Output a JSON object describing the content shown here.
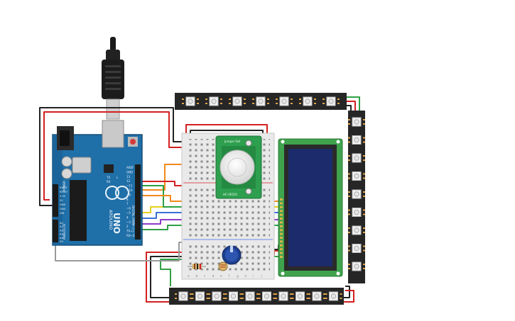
{
  "arduino": {
    "brand": "ARDUINO",
    "model": "UNO",
    "header_top_labels": [
      "AREF",
      "GND",
      "13",
      "12",
      "~11",
      "~10",
      "~9",
      "8",
      "7",
      "~6",
      "~5",
      "4",
      "~3",
      "2",
      "TX→1",
      "RX←0"
    ],
    "power_labels": [
      "IOREF",
      "RESET",
      "3.3V",
      "5V",
      "GND",
      "GND",
      "VIN"
    ],
    "analog_labels": [
      "A0",
      "A1",
      "A2",
      "A3",
      "A4",
      "A5"
    ],
    "section_power": "POWER",
    "section_analog": "ANALOG IN",
    "section_digital": "DIGITAL (PWM~)",
    "led_tx": "TX",
    "led_rx": "RX",
    "led_l": "L"
  },
  "pir_sensor": {
    "label_a": "Jumper Set",
    "label_b": "HC-SR501"
  },
  "breadboard": {
    "row_letters": [
      "a",
      "b",
      "c",
      "d",
      "e",
      "f",
      "g",
      "h",
      "i",
      "j"
    ]
  },
  "lcd": {
    "pin_count": 16
  },
  "led_strips": {
    "top_count": 7,
    "right_count": 9,
    "bottom_count": 10
  },
  "colors": {
    "board": "#1f6fa8",
    "breadboard": "#e9e9e9",
    "pir_pcb": "#2e9e4f",
    "lcd_pcb": "#3fa34d",
    "lcd_screen": "#1c2b6b",
    "strip": "#262626",
    "pot": "#1d3f8f",
    "wire_red": "#d42020",
    "wire_black": "#222222",
    "wire_green": "#2ea043",
    "wire_orange": "#f08a1c",
    "wire_yellow": "#e6cf1a",
    "wire_blue": "#3a6fd8",
    "wire_purple": "#8e3bc7",
    "wire_grey": "#9a9a9a"
  }
}
